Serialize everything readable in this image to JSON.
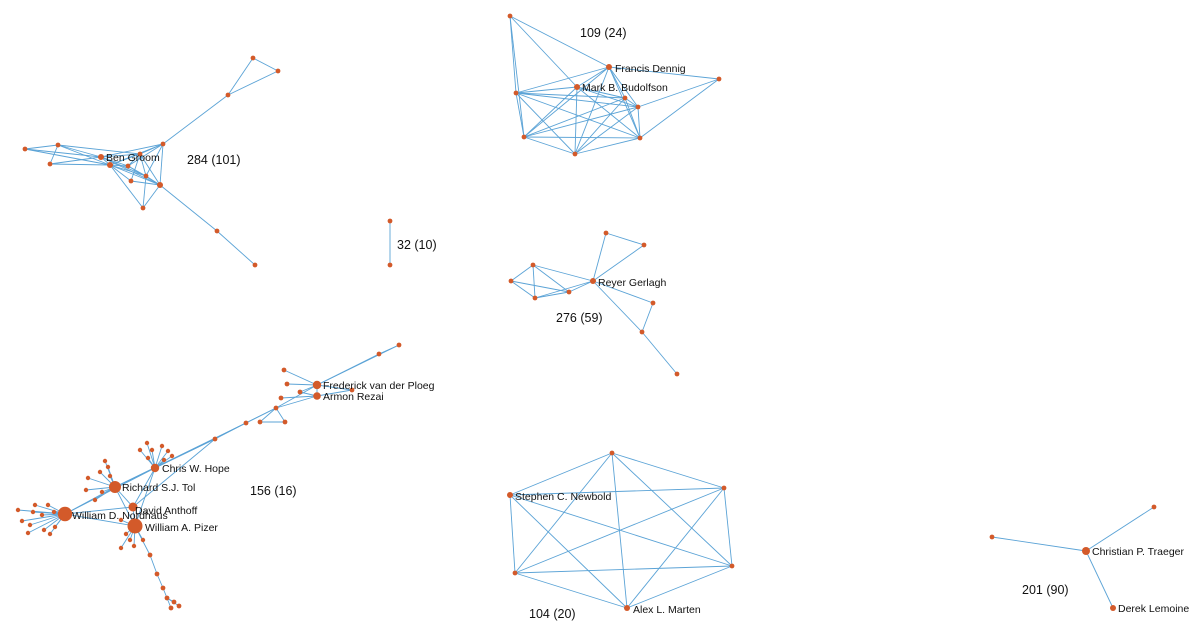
{
  "colors": {
    "edge": "#5ba3d6",
    "node": "#d35a2a",
    "text": "#111111",
    "background": "#ffffff"
  },
  "cluster_labels": [
    "284 (101)",
    "109 (24)",
    "32 (10)",
    "276 (59)",
    "156 (16)",
    "104 (20)",
    "201 (90)"
  ],
  "node_labels": [
    "Ben Groom",
    "Francis Dennig",
    "Mark B. Budolfson",
    "Reyer Gerlagh",
    "Frederick van der Ploeg",
    "Armon Rezai",
    "Chris W. Hope",
    "Richard S.J. Tol",
    "David Anthoff",
    "William D. Nordhaus",
    "William A. Pizer",
    "Stephen C. Newbold",
    "Alex L. Marten",
    "Christian P. Traeger",
    "Derek Lemoine"
  ]
}
